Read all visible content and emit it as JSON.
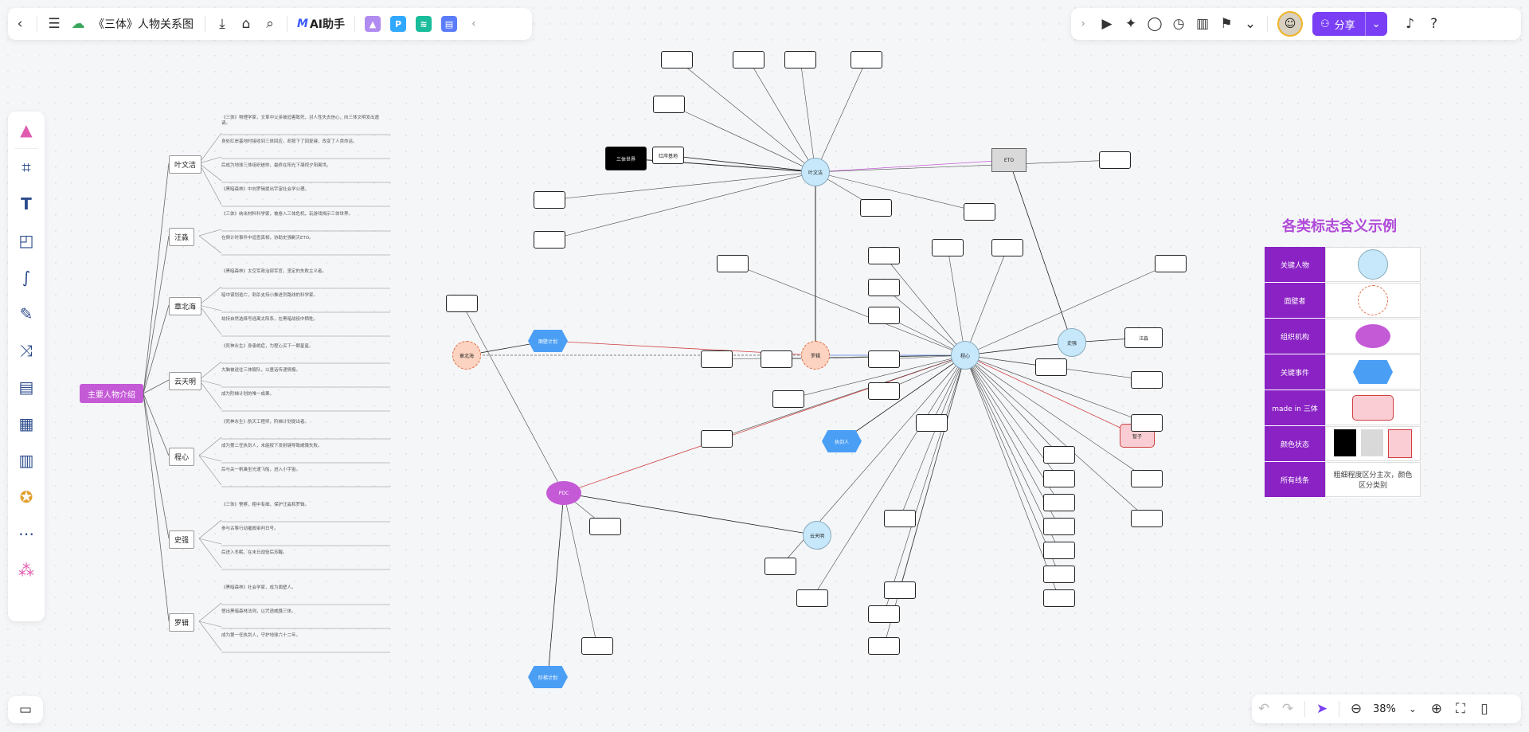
{
  "toolbar": {
    "doc_title": "《三体》人物关系图",
    "ai_label": "AI助手",
    "share_label": "分享",
    "icons": [
      "back-icon",
      "menu-icon",
      "cloud-icon",
      "download-icon",
      "tag-icon",
      "search-icon"
    ],
    "plugins": [
      {
        "name": "image-plugin",
        "color": "#b18cf0",
        "glyph": "▲"
      },
      {
        "name": "p-plugin",
        "color": "#31a8ff",
        "glyph": "P"
      },
      {
        "name": "flow-plugin",
        "color": "#1abc9c",
        "glyph": "≋"
      },
      {
        "name": "chat-plugin",
        "color": "#5b7cfa",
        "glyph": "▤"
      }
    ]
  },
  "zoom": {
    "value": "38%"
  },
  "mindmap": {
    "root": "主要人物介绍",
    "branches": [
      {
        "name": "叶文洁",
        "lines": [
          "《三体》物理学家，文革中父亲被迫害致死，对人性失去信心，向三体文明发出邀请。",
          "身处红岸基地时接收到三体回应，却按下了回复键，改变了人类命运。",
          "后成为地球三体组织统帅，最终在阳光下凝视夕阳离世。",
          "《黑暗森林》中向罗辑提出宇宙社会学公理。"
        ]
      },
      {
        "name": "汪淼",
        "lines": [
          "《三体》纳米材料科学家，被卷入三体危机，玩游戏揭示三体世界。",
          "在倒计时事件中追查真相，协助史强剿灭ETO。"
        ]
      },
      {
        "name": "章北海",
        "lines": [
          "《黑暗森林》太空军政治部军官，坚定的失败主义者。",
          "暗中谋划逃亡，刺杀支持小推进剂路线的科学家。",
          "劫持自然选择号逃离太阳系，在黑暗战役中牺牲。"
        ]
      },
      {
        "name": "云天明",
        "lines": [
          "《死神永生》身患绝症，为程心买下一颗星星。",
          "大脑被送往三体舰队，以童话传递情报。",
          "成为阶梯计划的唯一成果。"
        ]
      },
      {
        "name": "程心",
        "lines": [
          "《死神永生》航天工程师，阶梯计划提出者。",
          "成为第二任执剑人，未能按下发射键导致威慑失败。",
          "后与关一帆乘坐光速飞船，进入小宇宙。"
        ]
      },
      {
        "name": "史强",
        "lines": [
          "《三体》警察，粗中有细，保护汪淼和罗辑。",
          "参与古筝行动摧毁审判日号。",
          "后进入冬眠，在末日战役后苏醒。"
        ]
      },
      {
        "name": "罗辑",
        "lines": [
          "《黑暗森林》社会学家，成为面壁人。",
          "悟出黑暗森林法则，以咒语威慑三体。",
          "成为第一任执剑人，守护地球六十二年。"
        ]
      }
    ]
  },
  "graph": {
    "nodes": [
      {
        "label": "叶文洁",
        "style": "circ"
      },
      {
        "label": "罗辑",
        "style": "dashc"
      },
      {
        "label": "程心",
        "style": "circ"
      },
      {
        "label": "PDC",
        "style": "ell"
      },
      {
        "label": "三体世界",
        "style": "black"
      },
      {
        "label": "ETO",
        "style": "grey"
      },
      {
        "label": "面壁计划",
        "style": "hex"
      },
      {
        "label": "阶梯计划",
        "style": "hex"
      },
      {
        "label": "执剑人",
        "style": "hex"
      },
      {
        "label": "云天明",
        "style": "circ"
      },
      {
        "label": "章北海",
        "style": "dashc"
      },
      {
        "label": "智子",
        "style": "pink"
      },
      {
        "label": "红岸基地",
        "style": "box"
      },
      {
        "label": "史强",
        "style": "circ"
      },
      {
        "label": "汪淼",
        "style": "box"
      }
    ]
  },
  "legend": {
    "title": "各类标志含义示例",
    "rows": [
      {
        "key": "关键人物",
        "kind": "circle"
      },
      {
        "key": "面壁者",
        "kind": "dashed"
      },
      {
        "key": "组织机构",
        "kind": "ellipse"
      },
      {
        "key": "关键事件",
        "kind": "hex"
      },
      {
        "key": "made in 三体",
        "kind": "pink"
      },
      {
        "key": "颜色状态",
        "kind": "states"
      },
      {
        "key": "所有线条",
        "kind": "text",
        "text": "粗细程度区分主次，颜色区分类别"
      }
    ]
  }
}
